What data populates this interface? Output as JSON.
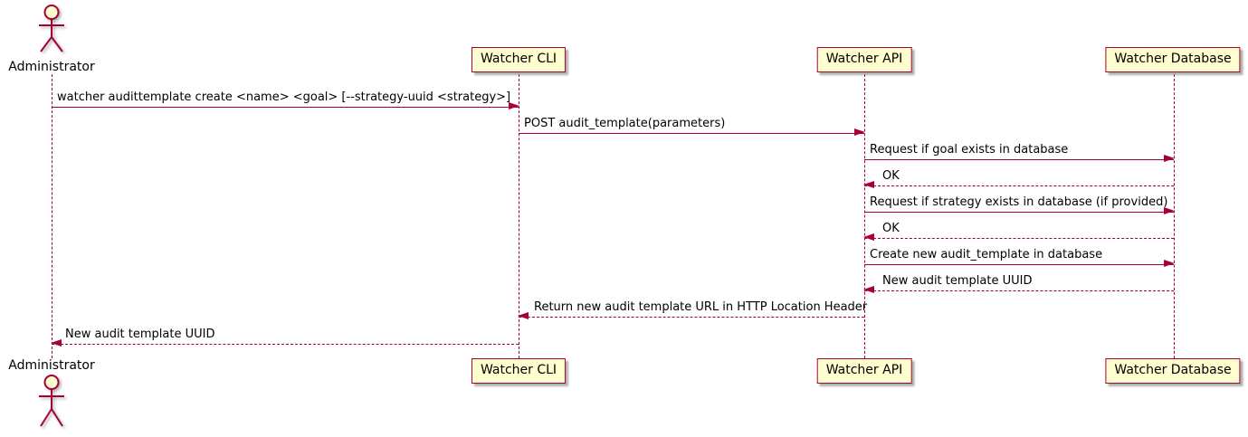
{
  "diagram": {
    "type": "uml-sequence-diagram",
    "accent_color": "#A80036",
    "participant_fill": "#FEFECE",
    "actor": {
      "name": "Administrator"
    },
    "participants": [
      {
        "label": "Watcher CLI"
      },
      {
        "label": "Watcher API"
      },
      {
        "label": "Watcher Database"
      }
    ],
    "messages": [
      {
        "from": "Administrator",
        "to": "Watcher CLI",
        "style": "solid",
        "label": "watcher audittemplate create <name> <goal> [--strategy-uuid <strategy>]"
      },
      {
        "from": "Watcher CLI",
        "to": "Watcher API",
        "style": "solid",
        "label": "POST audit_template(parameters)"
      },
      {
        "from": "Watcher API",
        "to": "Watcher Database",
        "style": "solid",
        "label": "Request if goal exists in database"
      },
      {
        "from": "Watcher Database",
        "to": "Watcher API",
        "style": "dashed",
        "label": "OK"
      },
      {
        "from": "Watcher API",
        "to": "Watcher Database",
        "style": "solid",
        "label": "Request if strategy exists in database (if provided)"
      },
      {
        "from": "Watcher Database",
        "to": "Watcher API",
        "style": "dashed",
        "label": "OK"
      },
      {
        "from": "Watcher API",
        "to": "Watcher Database",
        "style": "solid",
        "label": "Create new audit_template in database"
      },
      {
        "from": "Watcher Database",
        "to": "Watcher API",
        "style": "dashed",
        "label": "New audit template UUID"
      },
      {
        "from": "Watcher API",
        "to": "Watcher CLI",
        "style": "dashed",
        "label": "Return new audit template URL in HTTP Location Header"
      },
      {
        "from": "Watcher CLI",
        "to": "Administrator",
        "style": "dashed",
        "label": "New audit template UUID"
      }
    ]
  }
}
